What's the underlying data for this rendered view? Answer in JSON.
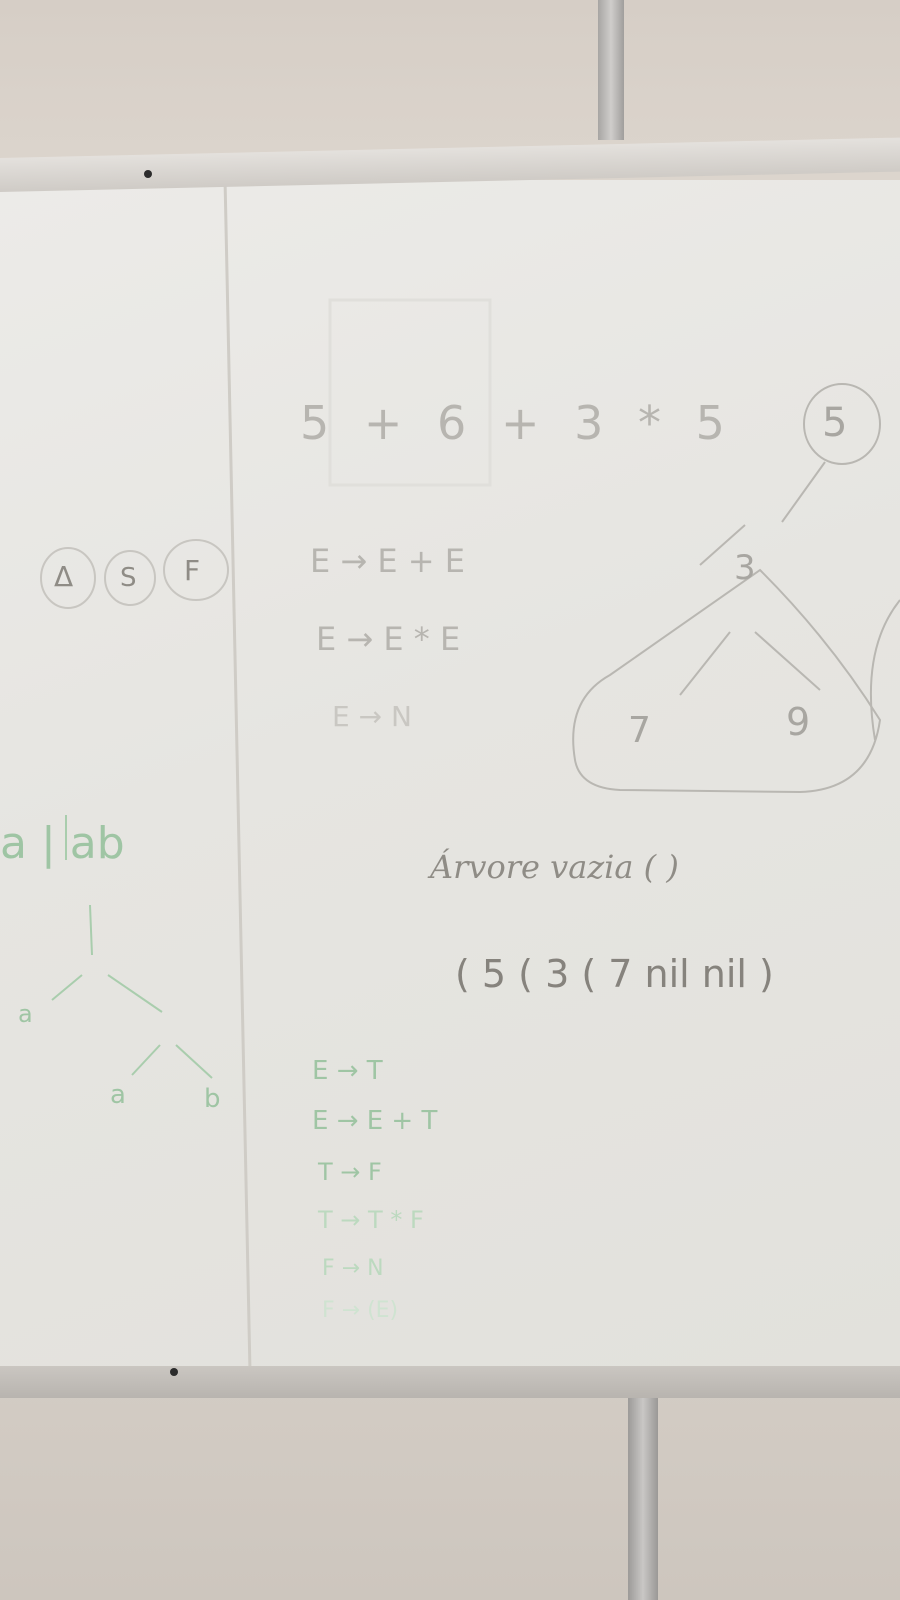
{
  "board": {
    "expression": "5 + 6 + 3 * 5",
    "grammar_a": [
      "E → E + E",
      "E → E * E",
      "E → N"
    ],
    "grammar_b": [
      "E → T",
      "E → E + T",
      "T → F",
      "T → T * F",
      "F → N",
      "F → (E)"
    ],
    "left_symbols": [
      "Δ",
      "S",
      "F"
    ],
    "left_rule": "a | ab",
    "left_tree_leaves": [
      "a",
      "a",
      "b"
    ],
    "tree_nodes": [
      "5",
      "3",
      "7",
      "9"
    ],
    "empty_tree_label": "Árvore vazia  ( )",
    "nested_list": "( 5 ( 3 ( 7 nil nil )"
  },
  "colors": {
    "grey_ink": "#b7b5b0",
    "dark_ink": "#8f8c86",
    "green_ink": "#9fc5a4"
  }
}
